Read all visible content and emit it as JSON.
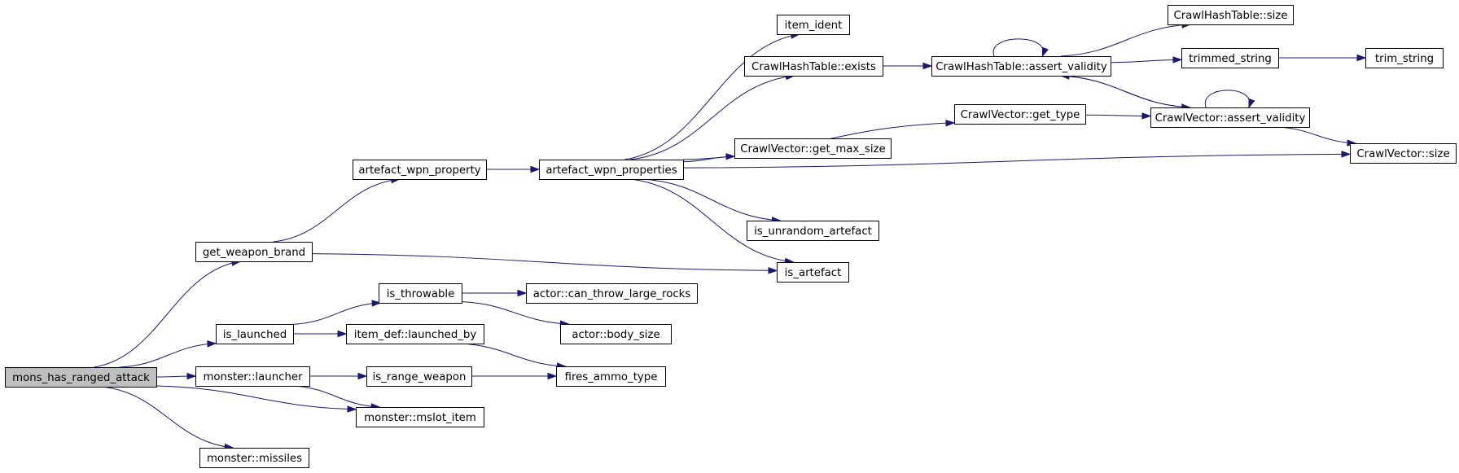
{
  "graph": {
    "type": "call-graph",
    "nodes": [
      {
        "id": "mons_has_ranged_attack",
        "label": "mons_has_ranged_attack",
        "root": true
      },
      {
        "id": "get_weapon_brand",
        "label": "get_weapon_brand"
      },
      {
        "id": "is_launched",
        "label": "is_launched"
      },
      {
        "id": "monster_launcher",
        "label": "monster::launcher"
      },
      {
        "id": "monster_missiles",
        "label": "monster::missiles"
      },
      {
        "id": "artefact_wpn_property",
        "label": "artefact_wpn_property"
      },
      {
        "id": "is_throwable",
        "label": "is_throwable"
      },
      {
        "id": "item_def_launched_by",
        "label": "item_def::launched_by"
      },
      {
        "id": "is_range_weapon",
        "label": "is_range_weapon"
      },
      {
        "id": "monster_mslot_item",
        "label": "monster::mslot_item"
      },
      {
        "id": "artefact_wpn_properties",
        "label": "artefact_wpn_properties"
      },
      {
        "id": "actor_can_throw_large_rocks",
        "label": "actor::can_throw_large_rocks"
      },
      {
        "id": "actor_body_size",
        "label": "actor::body_size"
      },
      {
        "id": "fires_ammo_type",
        "label": "fires_ammo_type"
      },
      {
        "id": "item_ident",
        "label": "item_ident"
      },
      {
        "id": "crawlhashtable_exists",
        "label": "CrawlHashTable::exists"
      },
      {
        "id": "crawlvector_get_max_size",
        "label": "CrawlVector::get_max_size"
      },
      {
        "id": "is_unrandom_artefact",
        "label": "is_unrandom_artefact"
      },
      {
        "id": "is_artefact",
        "label": "is_artefact"
      },
      {
        "id": "crawlhashtable_assert_validity",
        "label": "CrawlHashTable::assert_validity"
      },
      {
        "id": "crawlvector_get_type",
        "label": "CrawlVector::get_type"
      },
      {
        "id": "crawlhashtable_size",
        "label": "CrawlHashTable::size"
      },
      {
        "id": "trimmed_string",
        "label": "trimmed_string"
      },
      {
        "id": "crawlvector_assert_validity",
        "label": "CrawlVector::assert_validity"
      },
      {
        "id": "trim_string",
        "label": "trim_string"
      },
      {
        "id": "crawlvector_size",
        "label": "CrawlVector::size"
      }
    ],
    "edges": [
      [
        "mons_has_ranged_attack",
        "get_weapon_brand"
      ],
      [
        "mons_has_ranged_attack",
        "is_launched"
      ],
      [
        "mons_has_ranged_attack",
        "monster_launcher"
      ],
      [
        "mons_has_ranged_attack",
        "monster_mslot_item"
      ],
      [
        "mons_has_ranged_attack",
        "monster_missiles"
      ],
      [
        "get_weapon_brand",
        "artefact_wpn_property"
      ],
      [
        "get_weapon_brand",
        "is_artefact"
      ],
      [
        "artefact_wpn_property",
        "artefact_wpn_properties"
      ],
      [
        "artefact_wpn_properties",
        "item_ident"
      ],
      [
        "artefact_wpn_properties",
        "crawlhashtable_exists"
      ],
      [
        "artefact_wpn_properties",
        "crawlvector_get_type"
      ],
      [
        "artefact_wpn_properties",
        "crawlvector_get_max_size"
      ],
      [
        "artefact_wpn_properties",
        "crawlvector_size"
      ],
      [
        "artefact_wpn_properties",
        "is_unrandom_artefact"
      ],
      [
        "artefact_wpn_properties",
        "is_artefact"
      ],
      [
        "crawlhashtable_exists",
        "crawlhashtable_assert_validity"
      ],
      [
        "crawlhashtable_assert_validity",
        "crawlhashtable_assert_validity"
      ],
      [
        "crawlhashtable_assert_validity",
        "crawlhashtable_size"
      ],
      [
        "crawlhashtable_assert_validity",
        "trimmed_string"
      ],
      [
        "crawlhashtable_assert_validity",
        "crawlvector_assert_validity"
      ],
      [
        "trimmed_string",
        "trim_string"
      ],
      [
        "crawlvector_get_type",
        "crawlvector_assert_validity"
      ],
      [
        "crawlvector_assert_validity",
        "crawlhashtable_assert_validity"
      ],
      [
        "crawlvector_assert_validity",
        "crawlvector_assert_validity"
      ],
      [
        "crawlvector_assert_validity",
        "crawlvector_size"
      ],
      [
        "is_launched",
        "is_throwable"
      ],
      [
        "is_launched",
        "item_def_launched_by"
      ],
      [
        "is_throwable",
        "actor_can_throw_large_rocks"
      ],
      [
        "is_throwable",
        "actor_body_size"
      ],
      [
        "item_def_launched_by",
        "fires_ammo_type"
      ],
      [
        "monster_launcher",
        "is_range_weapon"
      ],
      [
        "monster_launcher",
        "monster_mslot_item"
      ],
      [
        "is_range_weapon",
        "fires_ammo_type"
      ]
    ]
  },
  "colors": {
    "edge": "#191970",
    "root_fill": "#bfbfbf",
    "node_fill": "#ffffff",
    "node_border": "#000000"
  }
}
